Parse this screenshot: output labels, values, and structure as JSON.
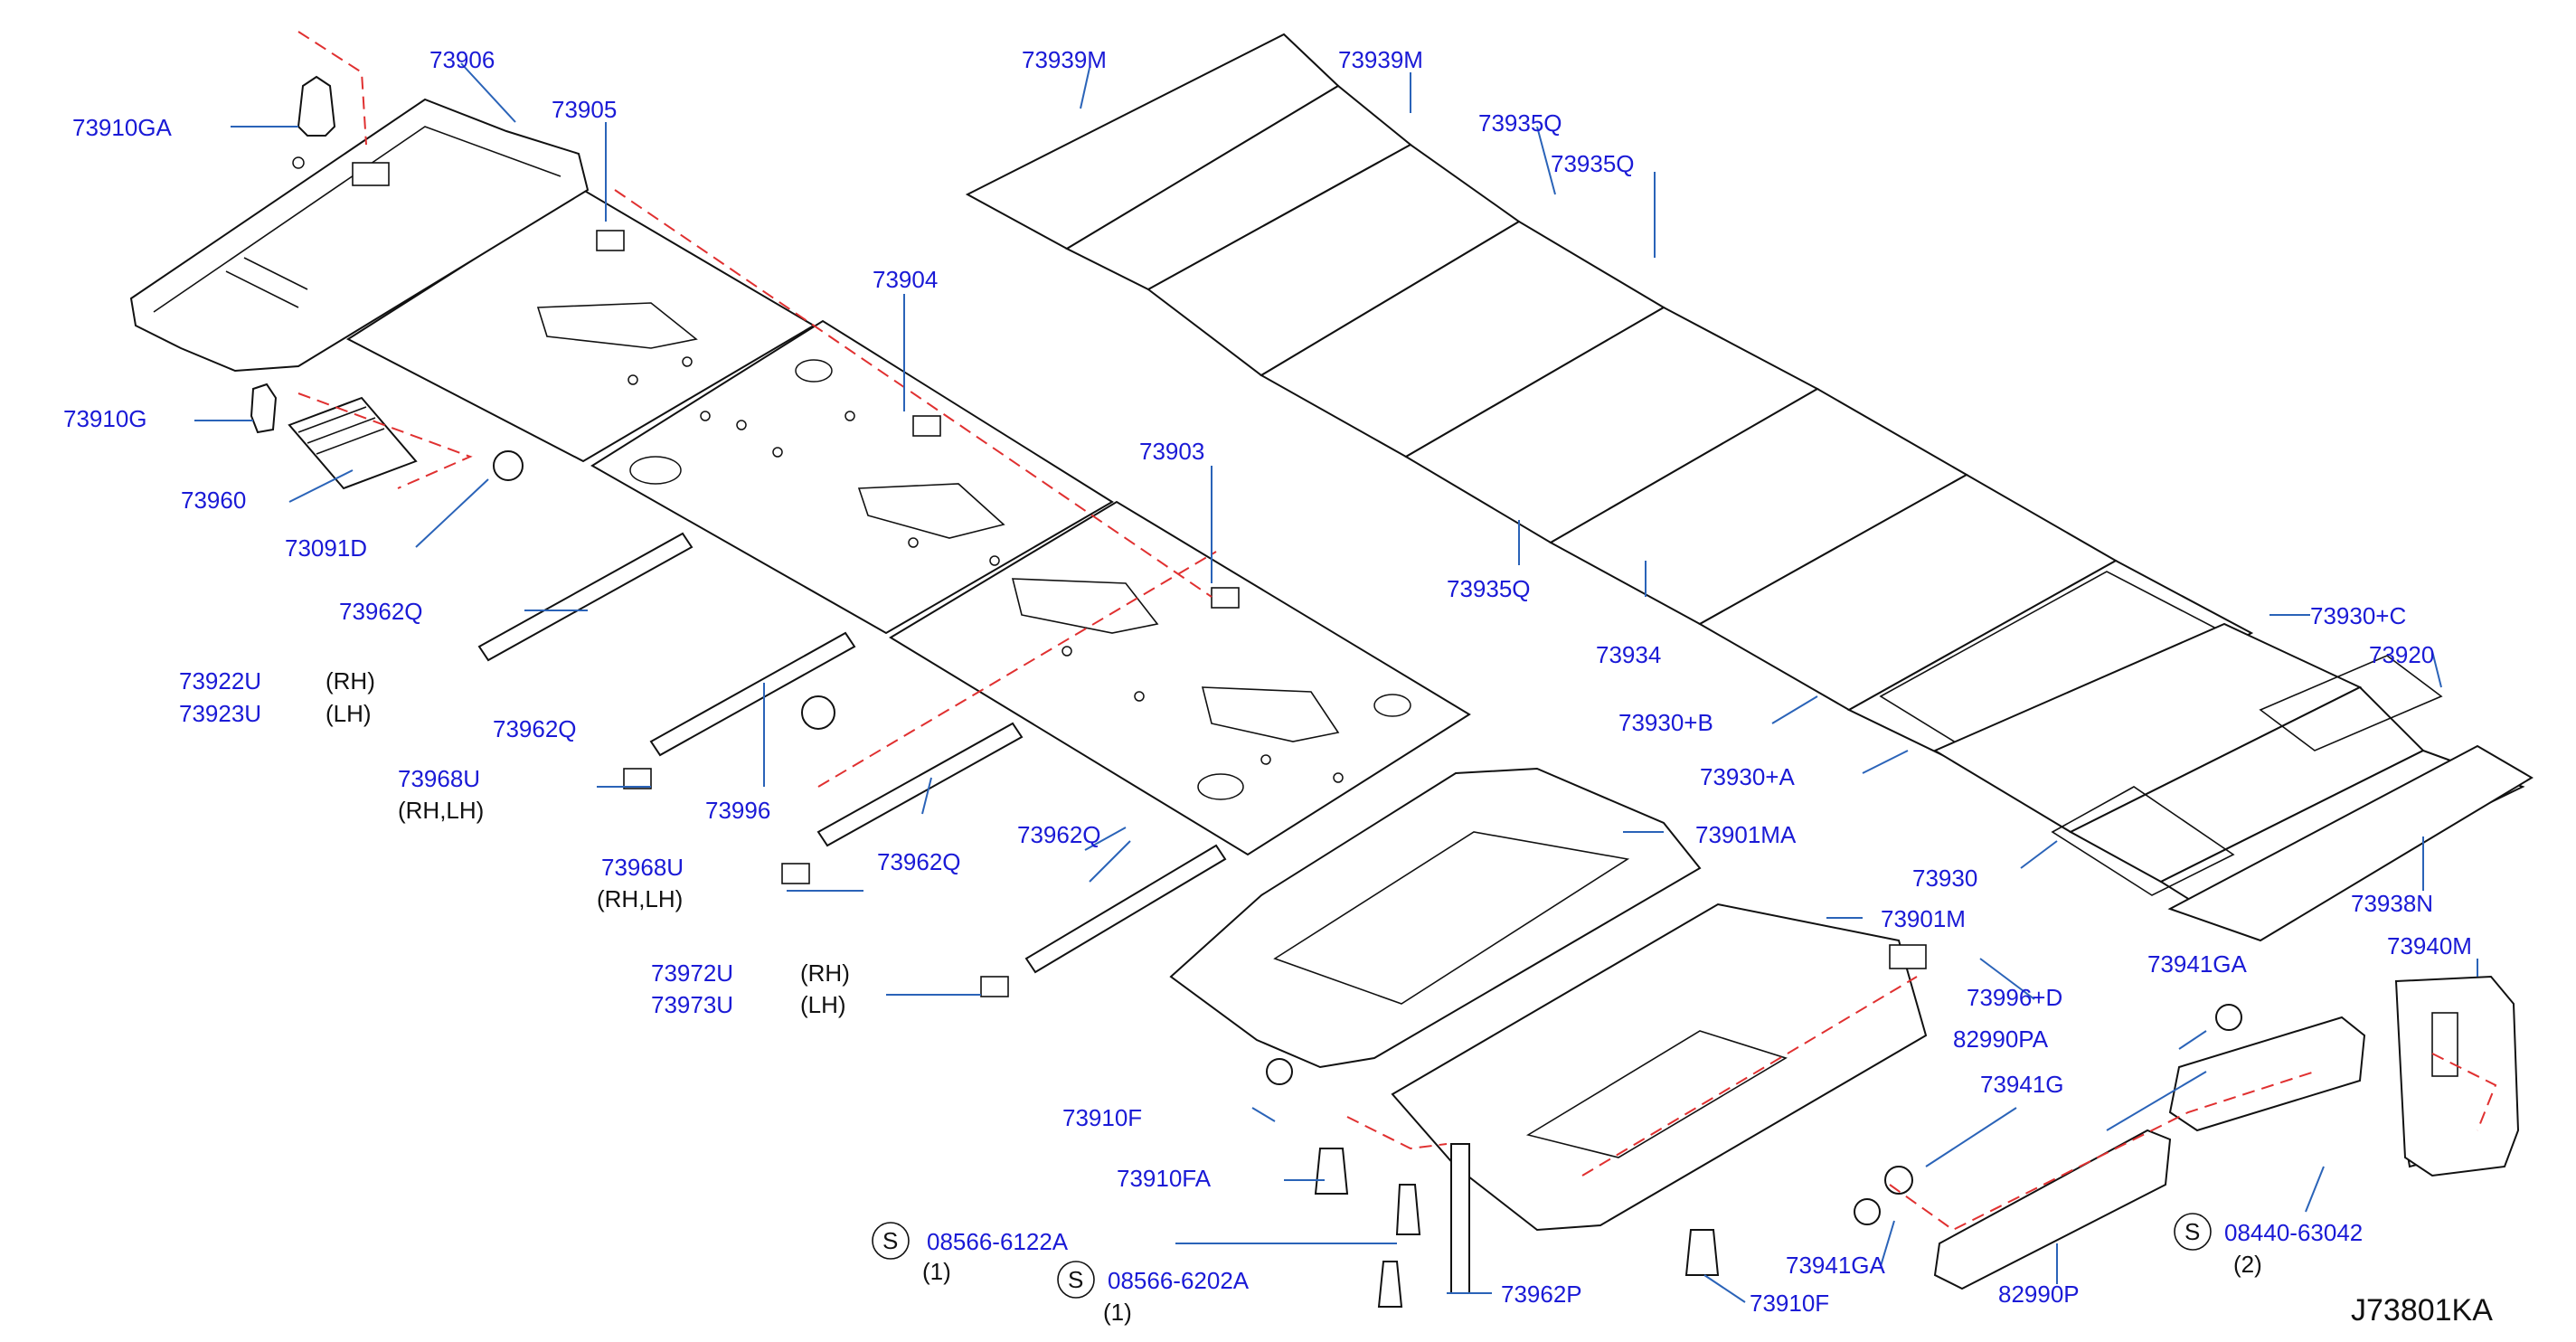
{
  "diagram": {
    "part_labels": {
      "p73906": "73906",
      "p73905": "73905",
      "p73910GA": "73910GA",
      "p73910G": "73910G",
      "p73960": "73960",
      "p73091D": "73091D",
      "p73962Q_a": "73962Q",
      "p73962Q_b": "73962Q",
      "p73962Q_c": "73962Q",
      "p73962Q_d": "73962Q",
      "p73968U_a": "73968U",
      "p73968U_b": "73968U",
      "p73972U": "73972U",
      "p73973U": "73973U",
      "p73996": "73996",
      "p73904": "73904",
      "p73903": "73903",
      "p73939M_a": "73939M",
      "p73939M_b": "73939M",
      "p73935Q_a": "73935Q",
      "p73935Q_b": "73935Q",
      "p73935Q_c": "73935Q",
      "p73934": "73934",
      "p73930C": "73930+C",
      "p73920": "73920",
      "p73930B": "73930+B",
      "p73930A": "73930+A",
      "p73930": "73930",
      "p73938N": "73938N",
      "p73901MA": "73901MA",
      "p73901M": "73901M",
      "p73996D": "73996+D",
      "p82990PA": "82990PA",
      "p73941GA_a": "73941GA",
      "p73941G": "73941G",
      "p73941GA_b": "73941GA",
      "p82990P": "82990P",
      "p73940M": "73940M",
      "p08440": "08440-63042",
      "p73910F": "73910F",
      "p73910FA": "73910FA",
      "p08566_6122A": "08566-6122A",
      "p08566_6202A": "08566-6202A",
      "p73962P": "73962P",
      "p73910F_b": "73910F",
      "p7392xU": "73922U",
      "p7393xU": "73923U"
    },
    "notes": {
      "rh": "(RH)",
      "lh": "(LH)",
      "rhlh_a": "(RH,LH)",
      "rhlh_b": "(RH,LH)",
      "rh_b": "(RH)",
      "lh_b": "(LH)",
      "qty1_a": "(1)",
      "qty1_b": "(1)",
      "qty2": "(2)",
      "s_symbol": "S"
    },
    "diagram_code": "J73801KA",
    "colors": {
      "label": "#1a1ad6",
      "leader": "#2a63b8",
      "dashed_guide": "#e03030",
      "outline": "#111111"
    }
  }
}
